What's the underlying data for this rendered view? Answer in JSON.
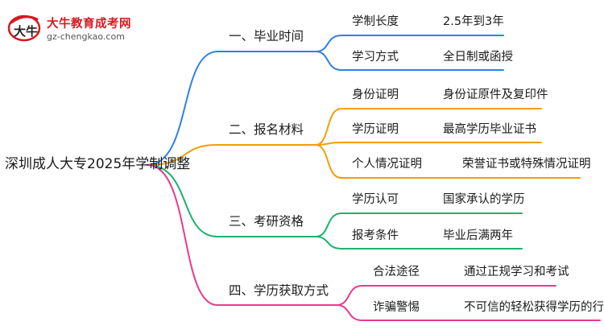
{
  "logo": {
    "title": "大牛教育成考网",
    "url": "gz-chengkao.com",
    "mark_text": "大牛"
  },
  "root": {
    "label": "深圳成人大专2025年学制调整"
  },
  "colors": {
    "branch_1": "#2f7fe6",
    "branch_2": "#f0a000",
    "branch_3": "#19b36b",
    "branch_4": "#e83a8c",
    "logo_red": "#d71920"
  },
  "branches": [
    {
      "label": "一、毕业时间",
      "children": [
        {
          "label": "学制长度",
          "value": "2.5年到3年"
        },
        {
          "label": "学习方式",
          "value": "全日制或函授"
        }
      ]
    },
    {
      "label": "二、报名材料",
      "children": [
        {
          "label": "身份证明",
          "value": "身份证原件及复印件"
        },
        {
          "label": "学历证明",
          "value": "最高学历毕业证书"
        },
        {
          "label": "个人情况证明",
          "value": "荣誉证书或特殊情况证明"
        }
      ]
    },
    {
      "label": "三、考研资格",
      "children": [
        {
          "label": "学历认可",
          "value": "国家承认的学历"
        },
        {
          "label": "报考条件",
          "value": "毕业后满两年"
        }
      ]
    },
    {
      "label": "四、学历获取方式",
      "children": [
        {
          "label": "合法途径",
          "value": "通过正规学习和考试"
        },
        {
          "label": "诈骗警惕",
          "value": "不可信的轻松获得学历的行为"
        }
      ]
    }
  ]
}
